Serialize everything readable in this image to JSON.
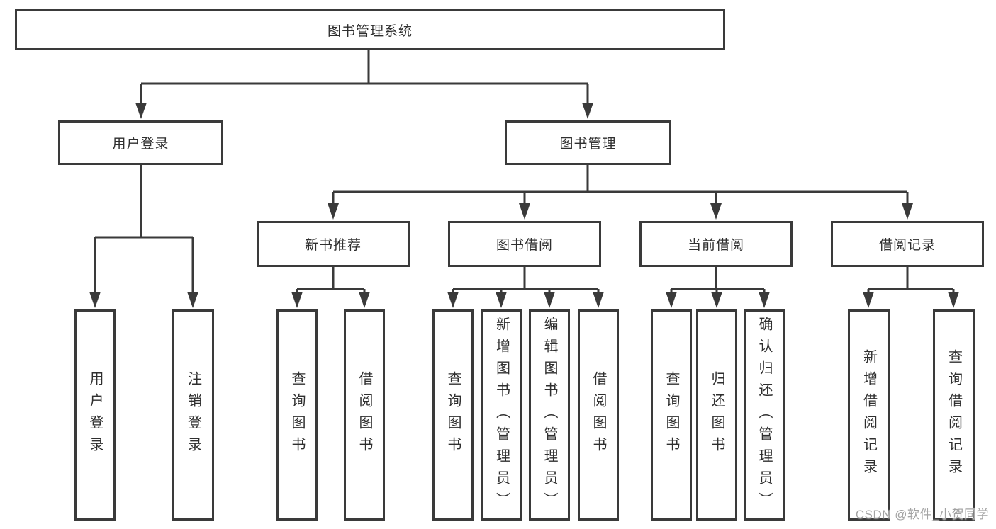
{
  "watermark": "CSDN @软件_小贺同学",
  "colors": {
    "line": "#3a3a3a",
    "box_background": "#ffffff",
    "text": "#2f2f2f",
    "watermark": "#a3a3a3"
  },
  "tree": {
    "label": "图书管理系统",
    "children": [
      {
        "label": "用户登录",
        "children": [
          {
            "label": "用户登录"
          },
          {
            "label": "注销登录"
          }
        ]
      },
      {
        "label": "图书管理",
        "children": [
          {
            "label": "新书推荐",
            "children": [
              {
                "label": "查询图书"
              },
              {
                "label": "借阅图书"
              }
            ]
          },
          {
            "label": "图书借阅",
            "children": [
              {
                "label": "查询图书"
              },
              {
                "label": "新增图书（管理员）"
              },
              {
                "label": "编辑图书（管理员）"
              },
              {
                "label": "借阅图书"
              }
            ]
          },
          {
            "label": "当前借阅",
            "children": [
              {
                "label": "查询图书"
              },
              {
                "label": "归还图书"
              },
              {
                "label": "确认归还（管理员）"
              }
            ]
          },
          {
            "label": "借阅记录",
            "children": [
              {
                "label": "新增借阅记录"
              },
              {
                "label": "查询借阅记录"
              }
            ]
          }
        ]
      }
    ]
  }
}
